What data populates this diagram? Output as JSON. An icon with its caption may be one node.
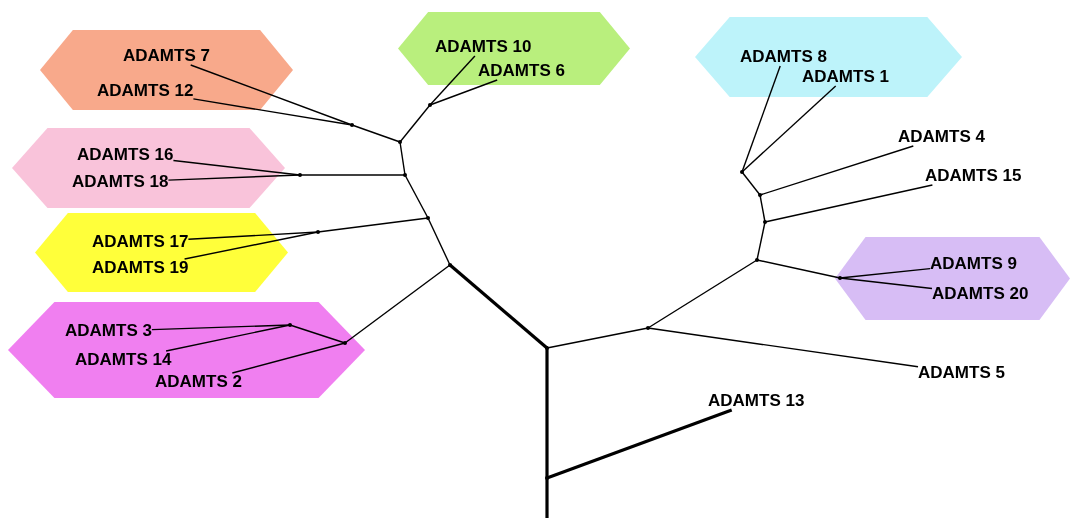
{
  "diagram": {
    "nodes": [
      {
        "text": [],
        "shape": "hexagon"
      },
      {
        "text": [
          "ADAMTS 7"
        ],
        "in": 0
      },
      {
        "text": [
          "ADAMTS 12"
        ],
        "in": 0
      },
      {
        "text": [],
        "shape": "hexagon"
      },
      {
        "text": [
          "ADAMTS 10"
        ],
        "in": 3
      },
      {
        "text": [
          "ADAMTS 6"
        ],
        "in": 3
      },
      {
        "text": [],
        "shape": "hexagon"
      },
      {
        "text": [
          "ADAMTS 8"
        ],
        "in": 6
      },
      {
        "text": [
          "ADAMTS 1"
        ],
        "in": 6
      },
      {
        "text": [
          "ADAMTS 4"
        ]
      },
      {
        "text": [
          "ADAMTS 15"
        ]
      },
      {
        "text": [],
        "shape": "hexagon"
      },
      {
        "text": [
          "ADAMTS 16"
        ],
        "in": 11
      },
      {
        "text": [
          "ADAMTS 18"
        ],
        "in": 11
      },
      {
        "text": [],
        "shape": "hexagon"
      },
      {
        "text": [
          "ADAMTS 17"
        ],
        "in": 14
      },
      {
        "text": [
          "ADAMTS 19"
        ],
        "in": 14
      },
      {
        "text": [],
        "shape": "hexagon"
      },
      {
        "text": [
          "ADAMTS 9"
        ],
        "in": 17
      },
      {
        "text": [
          "ADAMTS 20"
        ],
        "in": 17
      },
      {
        "text": [],
        "shape": "hexagon"
      },
      {
        "text": [
          "ADAMTS 3"
        ],
        "in": 20
      },
      {
        "text": [
          "ADAMTS 14"
        ],
        "in": 20
      },
      {
        "text": [
          "ADAMTS 2"
        ],
        "in": 20
      },
      {
        "text": [
          "ADAMTS 5"
        ]
      },
      {
        "text": [
          "ADAMTS 13"
        ]
      },
      {
        "text": [],
        "shape": "point"
      },
      {
        "text": [],
        "shape": "point"
      },
      {
        "text": [],
        "shape": "point"
      },
      {
        "text": [],
        "shape": "point"
      },
      {
        "text": [],
        "shape": "point"
      },
      {
        "text": [],
        "shape": "point"
      },
      {
        "text": [],
        "shape": "point"
      },
      {
        "text": [],
        "shape": "point"
      },
      {
        "text": [],
        "shape": "point",
        "in": 20
      },
      {
        "text": [],
        "shape": "point",
        "in": 20
      },
      {
        "text": [],
        "shape": "point"
      },
      {
        "text": [],
        "shape": "point"
      },
      {
        "text": [],
        "shape": "point"
      },
      {
        "text": [],
        "shape": "point"
      },
      {
        "text": [],
        "shape": "point",
        "in": 17
      },
      {
        "text": [],
        "shape": "point"
      },
      {
        "text": [],
        "shape": "point"
      },
      {
        "text": [],
        "shape": "point"
      }
    ],
    "edges": [
      {
        "from": 27,
        "to": null,
        "arrow": "none",
        "style": "thick"
      },
      {
        "from": 27,
        "to": 26,
        "arrow": "none",
        "style": "thick"
      },
      {
        "from": 27,
        "to": 25,
        "arrow": "none",
        "style": "thick"
      },
      {
        "from": 26,
        "to": 28,
        "arrow": "none",
        "style": "thick"
      },
      {
        "from": 26,
        "to": 38,
        "arrow": "none"
      },
      {
        "from": 28,
        "to": 29,
        "arrow": "none"
      },
      {
        "from": 29,
        "to": 30,
        "arrow": "none"
      },
      {
        "from": 30,
        "to": 31,
        "arrow": "none"
      },
      {
        "from": 31,
        "to": 32,
        "arrow": "none"
      },
      {
        "from": 31,
        "to": 33,
        "arrow": "none"
      },
      {
        "from": 32,
        "to": 1,
        "arrow": "none"
      },
      {
        "from": 32,
        "to": 2,
        "arrow": "none"
      },
      {
        "from": 33,
        "to": 4,
        "arrow": "none"
      },
      {
        "from": 33,
        "to": 5,
        "arrow": "none"
      },
      {
        "from": 30,
        "to": 37,
        "arrow": "none"
      },
      {
        "from": 37,
        "to": 12,
        "arrow": "none"
      },
      {
        "from": 37,
        "to": 13,
        "arrow": "none"
      },
      {
        "from": 29,
        "to": 36,
        "arrow": "none"
      },
      {
        "from": 36,
        "to": 15,
        "arrow": "none"
      },
      {
        "from": 36,
        "to": 16,
        "arrow": "none"
      },
      {
        "from": 28,
        "to": 34,
        "arrow": "none"
      },
      {
        "from": 34,
        "to": 35,
        "arrow": "none"
      },
      {
        "from": 34,
        "to": 23,
        "arrow": "none"
      },
      {
        "from": 35,
        "to": 21,
        "arrow": "none"
      },
      {
        "from": 35,
        "to": 22,
        "arrow": "none"
      },
      {
        "from": 38,
        "to": 24,
        "arrow": "none"
      },
      {
        "from": 38,
        "to": 39,
        "arrow": "none"
      },
      {
        "from": 39,
        "to": 40,
        "arrow": "none"
      },
      {
        "from": 40,
        "to": 18,
        "arrow": "none"
      },
      {
        "from": 40,
        "to": 19,
        "arrow": "none"
      },
      {
        "from": 39,
        "to": 41,
        "arrow": "none"
      },
      {
        "from": 41,
        "to": 10,
        "arrow": "none"
      },
      {
        "from": 41,
        "to": 42,
        "arrow": "none"
      },
      {
        "from": 42,
        "to": 9,
        "arrow": "none"
      },
      {
        "from": 42,
        "to": 43,
        "arrow": "none"
      },
      {
        "from": 43,
        "to": 7,
        "arrow": "none"
      },
      {
        "from": 43,
        "to": 8,
        "arrow": "none"
      }
    ]
  }
}
